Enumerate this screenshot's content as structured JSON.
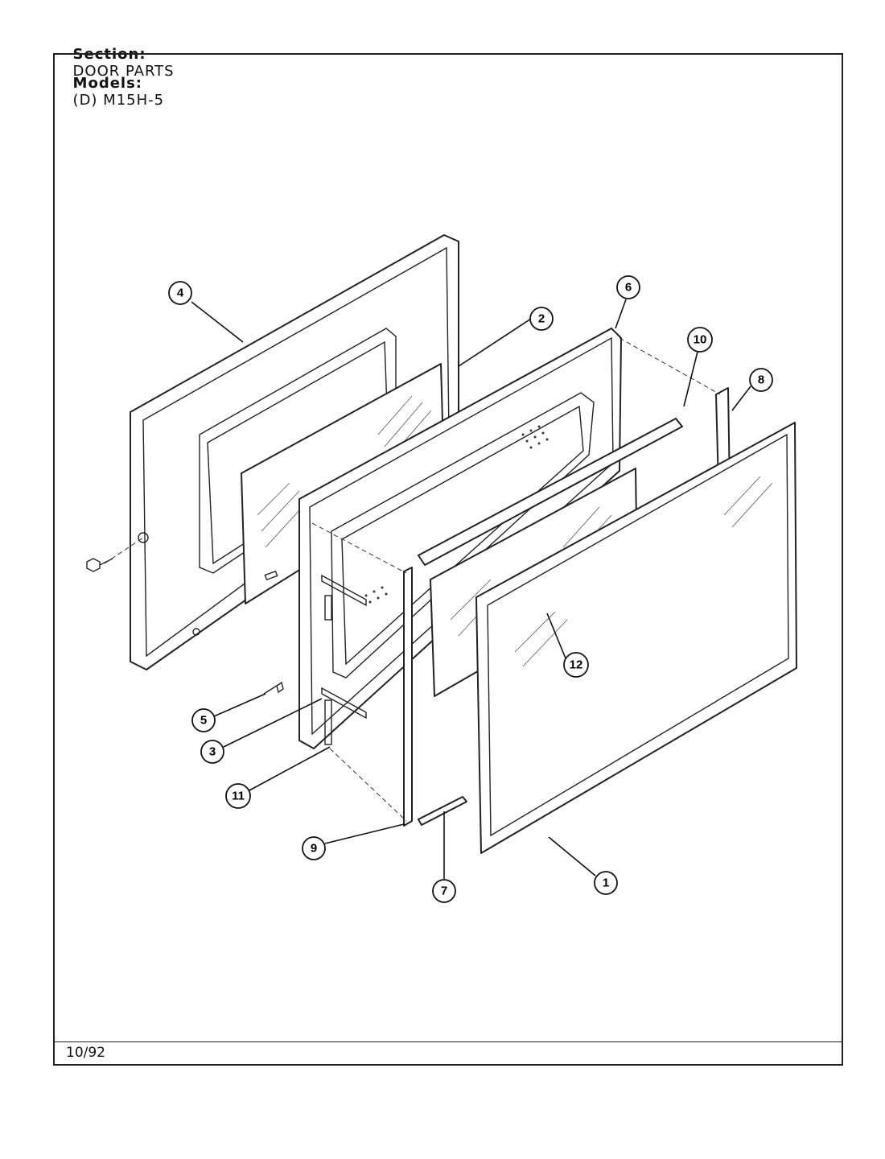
{
  "header": {
    "section_label": "Section:",
    "section_value": "DOOR PARTS",
    "models_label": "Models:",
    "models_value": "(D) M15H-5"
  },
  "footer": {
    "date": "10/92"
  },
  "callouts": [
    "4",
    "2",
    "6",
    "10",
    "8",
    "12",
    "5",
    "3",
    "11",
    "9",
    "7",
    "1"
  ]
}
